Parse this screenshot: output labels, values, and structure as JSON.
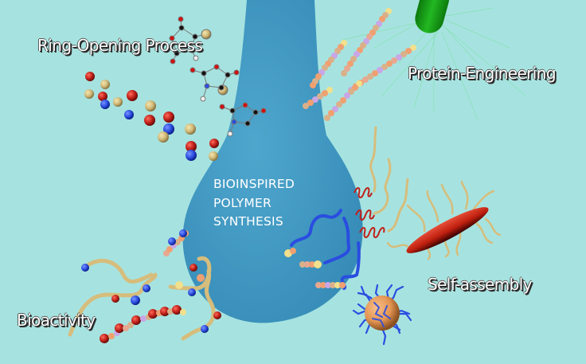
{
  "figure": {
    "background_color": "#a6e3e0",
    "central_body_color": "#3d97c2",
    "center_title": {
      "line1": "BIOINSPIRED",
      "line2": "POLYMER",
      "line3": "SYNTHESIS"
    },
    "labels": {
      "ring_opening": "Ring-Opening Process",
      "protein_engineering": "Protein-Engineering",
      "self_assembly": "Self-assembly",
      "bioactivity": "Bioactivity"
    },
    "elements": [
      {
        "name": "ring-opening-monomers",
        "description": "N-carboxyanhydride ring molecules (ball-and-stick)"
      },
      {
        "name": "scattered-monomer-beads",
        "colors": [
          "#c0201a",
          "#d8c27e",
          "#2a4de0"
        ]
      },
      {
        "name": "bacterium",
        "color": "#19a319"
      },
      {
        "name": "peptide-chains",
        "colors": [
          "#f0a070",
          "#d9b08a",
          "#c9a6e6",
          "#f2e08c"
        ]
      },
      {
        "name": "helical-polypeptides",
        "color": "#c0201a"
      },
      {
        "name": "red-ellipsoid-assembly",
        "color": "#c8200f"
      },
      {
        "name": "micelle-core",
        "color": "#e39552"
      },
      {
        "name": "micelle-corona-chains",
        "color": "#2a4de0"
      },
      {
        "name": "bioactive-polymer-strands",
        "color": "#d6bd7c"
      }
    ]
  }
}
